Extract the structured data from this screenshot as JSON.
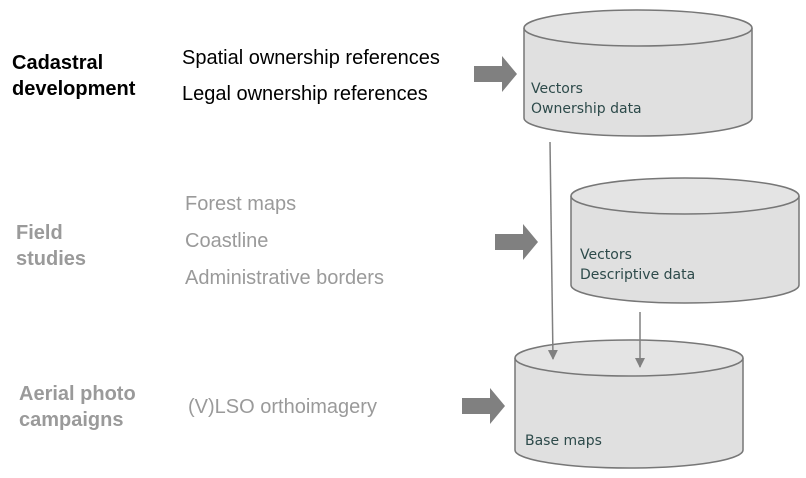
{
  "colors": {
    "dark_text": "#000000",
    "grey_text": "#9a9a9a",
    "cylinder_fill": "#e0e0e0",
    "cylinder_stroke": "#777777",
    "arrow": "#808080",
    "db_text": "#2d4a4a"
  },
  "rows": [
    {
      "label": [
        "Cadastral",
        "development"
      ],
      "items": [
        "Spatial ownership references",
        "Legal ownership references"
      ]
    },
    {
      "label": [
        "Field",
        "studies"
      ],
      "items": [
        "Forest maps",
        "Coastline",
        "Administrative borders"
      ]
    },
    {
      "label": [
        "Aerial photo",
        "campaigns"
      ],
      "items": [
        "(V)LSO orthoimagery"
      ]
    }
  ],
  "databases": [
    {
      "lines": [
        "Vectors",
        "Ownership data"
      ]
    },
    {
      "lines": [
        "Vectors",
        "Descriptive data"
      ]
    },
    {
      "lines": [
        "Base maps"
      ]
    }
  ]
}
